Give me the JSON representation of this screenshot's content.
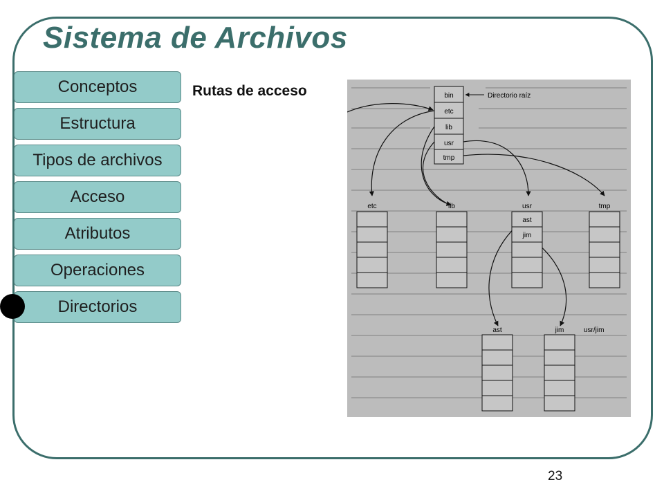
{
  "slide": {
    "title": "Sistema de Archivos",
    "subtitle": "Rutas de acceso",
    "page_number": "23"
  },
  "nav": {
    "items": [
      {
        "label": "Conceptos"
      },
      {
        "label": "Estructura"
      },
      {
        "label": "Tipos de archivos"
      },
      {
        "label": "Acceso"
      },
      {
        "label": "Atributos"
      },
      {
        "label": "Operaciones"
      },
      {
        "label": "Directorios",
        "active": true
      }
    ]
  },
  "figure": {
    "root_label": "Directorio raíz",
    "root_entries": [
      "bin",
      "etc",
      "lib",
      "usr",
      "tmp"
    ],
    "directories": {
      "etc": {
        "label": "etc"
      },
      "lib": {
        "label": "lib"
      },
      "usr": {
        "label": "usr",
        "entries": [
          "ast",
          "jim"
        ]
      },
      "tmp": {
        "label": "tmp"
      },
      "ast": {
        "label": "ast"
      },
      "jim": {
        "label": "jim"
      }
    },
    "path_label": "usr/jim"
  },
  "colors": {
    "accent": "#3b6e6b",
    "button_fill": "#93cbc9",
    "figure_bg": "#bcbcbc"
  }
}
